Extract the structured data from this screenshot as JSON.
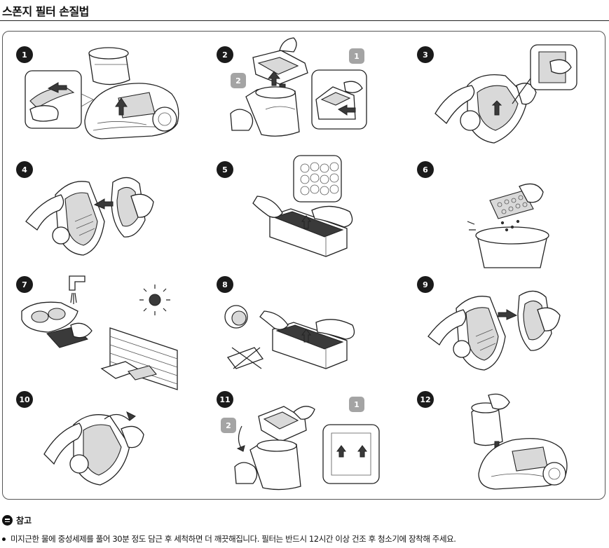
{
  "title": "스폰지 필터 손질법",
  "steps": [
    {
      "number": "1",
      "sub_badges": []
    },
    {
      "number": "2",
      "sub_badges": [
        "1",
        "2"
      ]
    },
    {
      "number": "3",
      "sub_badges": []
    },
    {
      "number": "4",
      "sub_badges": []
    },
    {
      "number": "5",
      "sub_badges": []
    },
    {
      "number": "6",
      "sub_badges": []
    },
    {
      "number": "7",
      "sub_badges": []
    },
    {
      "number": "8",
      "sub_badges": []
    },
    {
      "number": "9",
      "sub_badges": []
    },
    {
      "number": "10",
      "sub_badges": []
    },
    {
      "number": "11",
      "sub_badges": [
        "1",
        "2"
      ]
    },
    {
      "number": "12",
      "sub_badges": []
    }
  ],
  "note": {
    "heading": "참고",
    "items": [
      "미지근한 물에 중성세제를 풀어 30분 정도 담근 후 세척하면 더 깨끗해집니다. 필터는 반드시 12시간 이상 건조 후 청소기에 장착해 주세요."
    ]
  },
  "icons": {
    "note": "note-icon",
    "bullet": "bullet-icon"
  }
}
